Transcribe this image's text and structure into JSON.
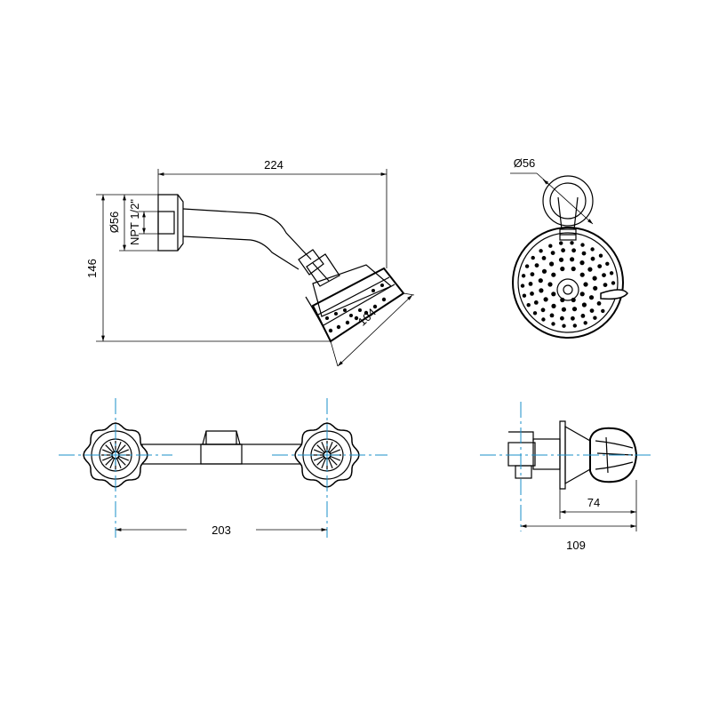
{
  "dimensions": {
    "arm_length": "224",
    "total_height": "146",
    "flange_diameter": "Ø56",
    "thread": "NPT 1/2\"",
    "head_diameter": "104",
    "front_flange_diameter": "Ø56",
    "valve_spacing": "203",
    "valve_depth_inner": "74",
    "valve_depth_outer": "109"
  },
  "colors": {
    "line": "#000000",
    "centerline": "#1a8fc9"
  }
}
